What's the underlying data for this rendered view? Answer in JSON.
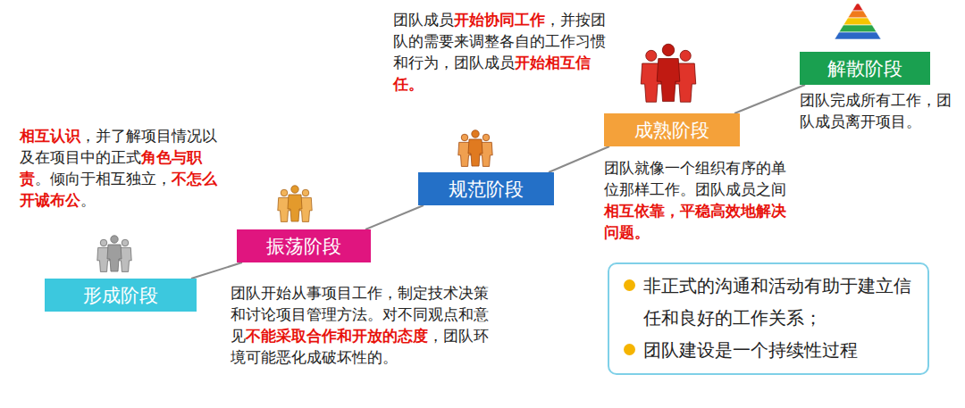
{
  "diagram": {
    "nodes": [
      {
        "text": [
          "形成阶段"
        ]
      },
      {
        "text": [
          "振荡阶段"
        ]
      },
      {
        "text": [
          "规范阶段"
        ]
      },
      {
        "text": [
          "成熟阶段"
        ]
      },
      {
        "text": [
          "解散阶段"
        ]
      },
      {
        "text": [
          "非正式的沟通和活动有助于建立信任和良好的工作关系；",
          "团队建设是一个持续性过程"
        ]
      }
    ],
    "edges": [
      {
        "from": 0,
        "to": 1,
        "arrow": "none"
      },
      {
        "from": 1,
        "to": 2,
        "arrow": "none"
      },
      {
        "from": 2,
        "to": 3,
        "arrow": "none"
      },
      {
        "from": 3,
        "to": 4,
        "arrow": "none"
      }
    ],
    "labels": [
      "相互认识，并了解项目情况以及在项目中的正式角色与职责。倾向于相互独立，不怎么开诚布公。",
      "团队开始从事项目工作，制定技术决策和讨论项目管理方法。对不同观点和意见不能采取合作和开放的态度，团队环境可能恶化成破坏性的。",
      "团队成员开始协同工作，并按团队的需要来调整各自的工作习惯和行为，团队成员开始相互信任。",
      "团队就像一个组织有序的单位那样工作。团队成员之间相互依靠，平稳高效地解决问题。",
      "团队完成所有工作，团队成员离开项目。"
    ]
  }
}
